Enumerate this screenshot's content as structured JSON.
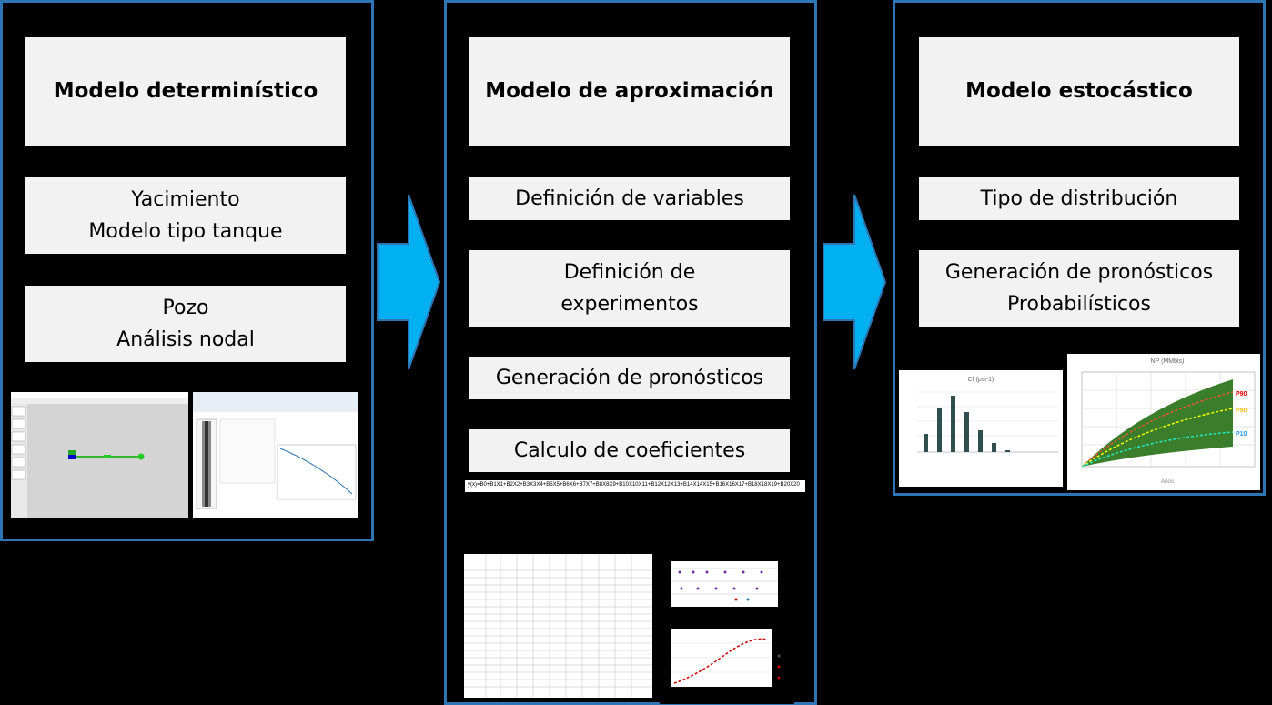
{
  "panels": {
    "deterministic": {
      "title": "Modelo determinístico",
      "items": [
        "Yacimiento\nModelo tipo tanque",
        "Pozo\nAnálisis nodal"
      ]
    },
    "approximation": {
      "title": "Modelo de aproximación",
      "items": [
        "Definición de variables",
        "Definición de\nexperimentos",
        "Generación  de pronósticos",
        "Calculo de coeficientes"
      ],
      "formula": "y(x)=B0+B1X1+B2X2+B3X3X4+B5X5+B6X6+B7X7+B8X8X9+B10X10X11+B12X12X13+B14X14X15+B16X16X17+B18X18X19+B20X20"
    },
    "stochastic": {
      "title": "Modelo estocástico",
      "items": [
        "Tipo de distribución",
        "Generación  de pronósticos\nProbabilísticos"
      ],
      "histogram_title": "Cf (psi-1)",
      "np_title": "NP (MMbls)",
      "np_xlabel": "Años",
      "legend": [
        "P90",
        "P50",
        "P10"
      ]
    }
  },
  "colors": {
    "border": "#2e75b6",
    "box": "#f2f2f2",
    "arrow": "#00b0f0",
    "background": "#000000"
  }
}
